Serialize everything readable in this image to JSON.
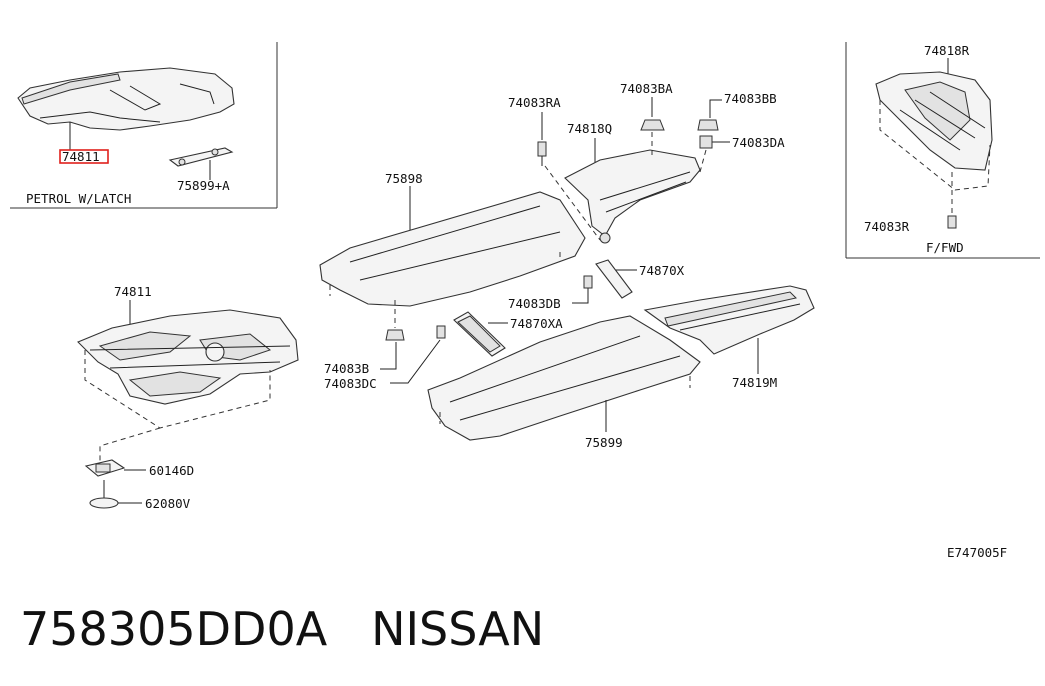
{
  "diagram": {
    "inset_left_caption": "PETROL W/LATCH",
    "inset_right_caption": "F/FWD",
    "figure_code": "E747005F",
    "callouts": {
      "inset_74811": "74811",
      "inset_75899A": "75899+A",
      "main_74811": "74811",
      "c_60146D": "60146D",
      "c_62080V": "62080V",
      "c_75898": "75898",
      "c_74083RA": "74083RA",
      "c_74083BA": "74083BA",
      "c_74818Q": "74818Q",
      "c_74083BB": "74083BB",
      "c_74083DA": "74083DA",
      "c_74870X": "74870X",
      "c_74083DB": "74083DB",
      "c_74870XA": "74870XA",
      "c_74083B": "74083B",
      "c_74083DC": "74083DC",
      "c_74819M": "74819M",
      "c_75899": "75899",
      "c_74818R": "74818R",
      "c_74083R": "74083R"
    }
  },
  "footer": {
    "part_number": "758305DD0A",
    "brand": "NISSAN"
  }
}
